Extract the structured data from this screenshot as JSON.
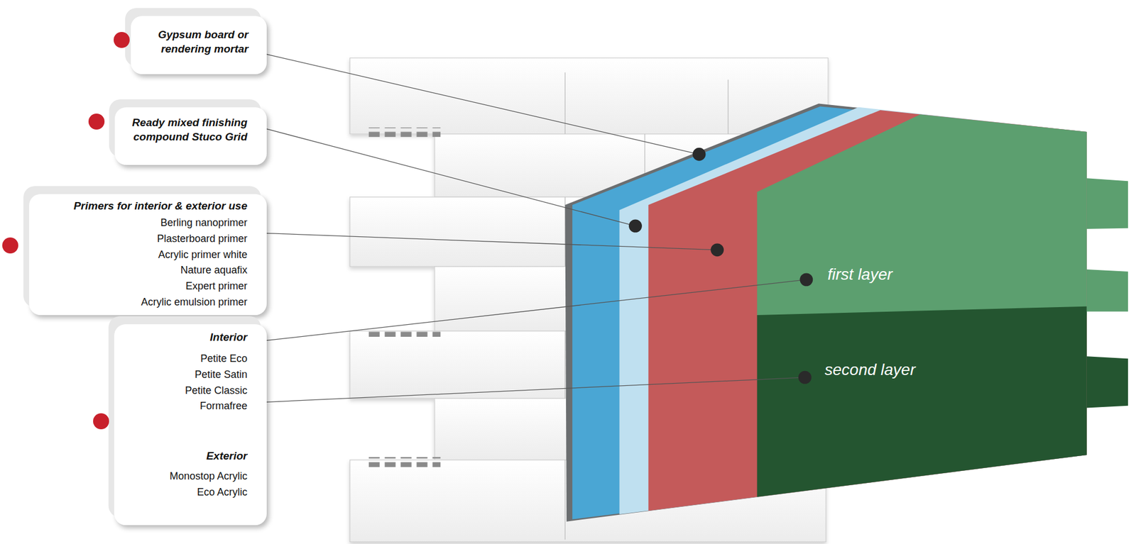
{
  "diagram": {
    "nodes": [
      {
        "text": [
          "Gypsum board or rendering mortar"
        ]
      },
      {
        "text": [
          "Ready mixed finishing compound Stuco Grid"
        ]
      },
      {
        "text": [
          "Primers for interior & exterior use",
          "Berling nanoprimer",
          "Plasterboard primer",
          "Acrylic primer white",
          "Nature aquafix",
          "Expert primer",
          "Acrylic emulsion primer"
        ]
      },
      {
        "text": [
          "Interior",
          "Petite Eco",
          "Petite Satin",
          "Petite Classic",
          "Formafree",
          "Exterior",
          "Monostop Acrylic",
          "Eco Acrylic"
        ]
      }
    ],
    "labels": [
      "first layer",
      "second layer"
    ]
  }
}
